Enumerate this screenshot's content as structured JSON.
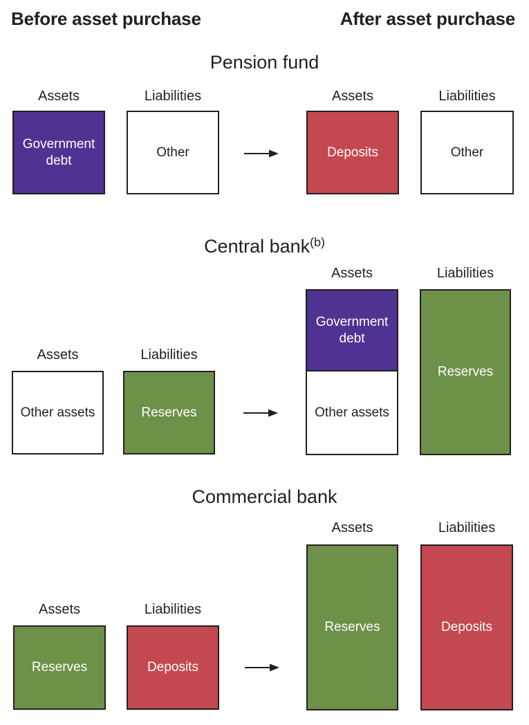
{
  "headers": {
    "before": "Before asset purchase",
    "after": "After asset purchase"
  },
  "colors": {
    "purple": "#4f3292",
    "green": "#6d9149",
    "red": "#c4484f",
    "white": "#ffffff",
    "border": "#231f20",
    "text": "#231f20"
  },
  "sections": [
    {
      "id": "pension-fund",
      "title": "Pension fund",
      "title_suffix": "",
      "before": {
        "assets": {
          "label": "Assets",
          "segments": [
            {
              "text": "Government debt",
              "color_key": "purple"
            }
          ]
        },
        "liabilities": {
          "label": "Liabilities",
          "segments": [
            {
              "text": "Other",
              "color_key": "white"
            }
          ]
        }
      },
      "after": {
        "assets": {
          "label": "Assets",
          "segments": [
            {
              "text": "Deposits",
              "color_key": "red"
            }
          ]
        },
        "liabilities": {
          "label": "Liabilities",
          "segments": [
            {
              "text": "Other",
              "color_key": "white"
            }
          ]
        }
      }
    },
    {
      "id": "central-bank",
      "title": "Central bank",
      "title_suffix": "(b)",
      "before": {
        "assets": {
          "label": "Assets",
          "segments": [
            {
              "text": "Other assets",
              "color_key": "white"
            }
          ]
        },
        "liabilities": {
          "label": "Liabilities",
          "segments": [
            {
              "text": "Reserves",
              "color_key": "green"
            }
          ]
        }
      },
      "after": {
        "assets": {
          "label": "Assets",
          "segments": [
            {
              "text": "Government debt",
              "color_key": "purple"
            },
            {
              "text": "Other assets",
              "color_key": "white"
            }
          ]
        },
        "liabilities": {
          "label": "Liabilities",
          "segments": [
            {
              "text": "Reserves",
              "color_key": "green"
            }
          ]
        }
      }
    },
    {
      "id": "commercial-bank",
      "title": "Commercial bank",
      "title_suffix": "",
      "before": {
        "assets": {
          "label": "Assets",
          "segments": [
            {
              "text": "Reserves",
              "color_key": "green"
            }
          ]
        },
        "liabilities": {
          "label": "Liabilities",
          "segments": [
            {
              "text": "Deposits",
              "color_key": "red"
            }
          ]
        }
      },
      "after": {
        "assets": {
          "label": "Assets",
          "segments": [
            {
              "text": "Reserves",
              "color_key": "green"
            }
          ]
        },
        "liabilities": {
          "label": "Liabilities",
          "segments": [
            {
              "text": "Deposits",
              "color_key": "red"
            }
          ]
        }
      }
    }
  ]
}
